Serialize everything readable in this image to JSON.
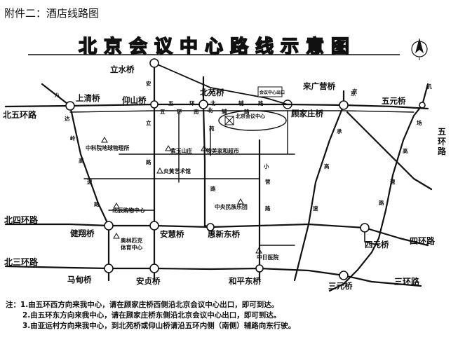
{
  "doc_title": "附件二：酒店线路图",
  "map_title": "北京会议中心路线示意图",
  "icons": {
    "north_arrow": "north-arrow-icon",
    "poi_marker": "triangle-marker-icon"
  },
  "bridges": {
    "lishuiqiao": "立水桥",
    "beiyuanqiao": "北苑桥",
    "laiguangyingqiao": "来广营桥",
    "shangqingqiao": "上清桥",
    "yangshanqiao": "仰山桥",
    "gujiazhuangqiao": "顾家庄桥",
    "wuyuanqiao": "五元桥",
    "jianxiangqiao": "健翔桥",
    "anhuiqiao": "安慧桥",
    "huixindongqiao": "惠新东桥",
    "siyuanqiao": "四元桥",
    "madianqiao": "马甸桥",
    "anzhenqiao": "安贞桥",
    "hepingdongqiao": "和平东桥",
    "sanyuanqiao": "三元桥"
  },
  "rings": {
    "north5": "北五环路",
    "north4": "北四环路",
    "north3": "北三环路",
    "east5": "五环路",
    "east4": "四环路",
    "east3": "三环路"
  },
  "roads": {
    "badaling": [
      "八",
      "达",
      "岭",
      "高",
      "速",
      "路"
    ],
    "anli": [
      "安",
      "立",
      "路"
    ],
    "beiyuan": [
      "北",
      "苑",
      "路"
    ],
    "xiaoying": [
      "小",
      "营",
      "路"
    ],
    "jingcheng": [
      "京",
      "承",
      "高",
      "速"
    ],
    "airport": [
      "机",
      "场",
      "高",
      "速",
      "路"
    ],
    "fifth_ring_inner": [
      "五",
      "环",
      "南",
      "辅",
      "路"
    ],
    "fifth_ring_top": [
      "五",
      "环",
      "北",
      "辅",
      "路"
    ],
    "jingcheng_arrow": "京"
  },
  "pois": {
    "conference_center": "北京会议中心",
    "exit": "会议中心出口",
    "cas": "中科院地球物理所",
    "ziyushanzhuang": "紫玉山庄",
    "wumart": "物美家和超市",
    "yanhuang": "炎黄艺术馆",
    "beichen": "北辰购物中心",
    "olympic": "奥林匹克体育中心",
    "zhongyang": "中央民族乐团",
    "zhongri": "中日医院"
  },
  "notes": {
    "prefix": "注：",
    "items": [
      "1.由五环西方向来我中心，请在顾家庄桥西侧沿北京会议中心出口，即可到达。",
      "2.由五环东方向来我中心，请在顾家庄桥东侧沿北京会议中心出口，即可到达。",
      "3.由亚运村方向来我中心，到北苑桥或仰山桥请沿五环内侧（南侧）辅路向东行驶。"
    ]
  }
}
